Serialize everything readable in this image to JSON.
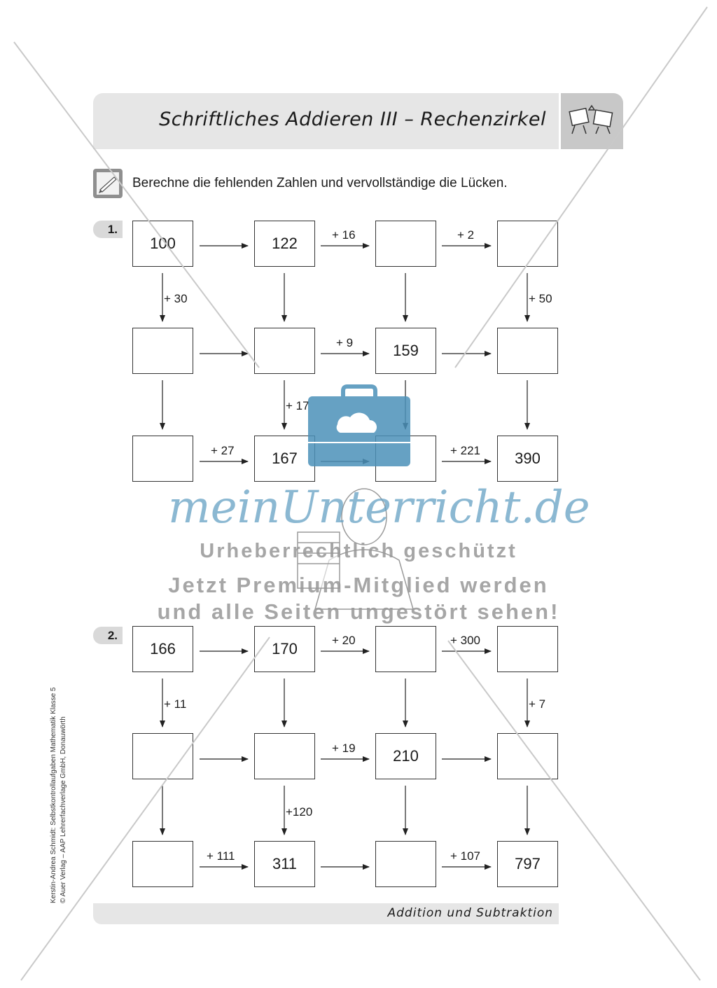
{
  "header": {
    "title": "Schriftliches Addieren III – Rechenzirkel"
  },
  "instruction": {
    "text": "Berechne die fehlenden Zahlen und vervollständige die Lücken."
  },
  "tasks": [
    {
      "number": "1.",
      "boxes": [
        "100",
        "122",
        "",
        "",
        "",
        "",
        "159",
        "",
        "",
        "167",
        "",
        "390"
      ],
      "ops": {
        "top_2_3": "+ 16",
        "top_3_4": "+ 2",
        "down_col1": "+ 30",
        "down_col4": "+ 50",
        "mid_2_3": "+ 9",
        "down2_col2": "+ 17",
        "bot_1_2": "+ 27",
        "bot_3_4": "+ 221"
      }
    },
    {
      "number": "2.",
      "boxes": [
        "166",
        "170",
        "",
        "",
        "",
        "",
        "210",
        "",
        "",
        "311",
        "",
        "797"
      ],
      "ops": {
        "top_2_3": "+ 20",
        "top_3_4": "+ 300",
        "down_col1": "+ 11",
        "down_col4": "+ 7",
        "mid_2_3": "+ 19",
        "down2_col2": "+120",
        "bot_1_2": "+ 111",
        "bot_3_4": "+ 107"
      }
    }
  ],
  "footer": {
    "text": "Addition und Subtraktion"
  },
  "credit": {
    "line1": "Kerstin-Andrea Schmidt: Selbstkontrollaufgaben Mathematik Klasse 5",
    "line2": "© Auer Verlag – AAP Lehrerfachverlage GmbH, Donauwörth"
  },
  "watermark": {
    "logo": "meinUnterricht.de",
    "line1": "Urheberrechtlich geschützt",
    "line2": "Jetzt Premium-Mitglied werden",
    "line3": "und alle Seiten ungestört sehen!"
  }
}
